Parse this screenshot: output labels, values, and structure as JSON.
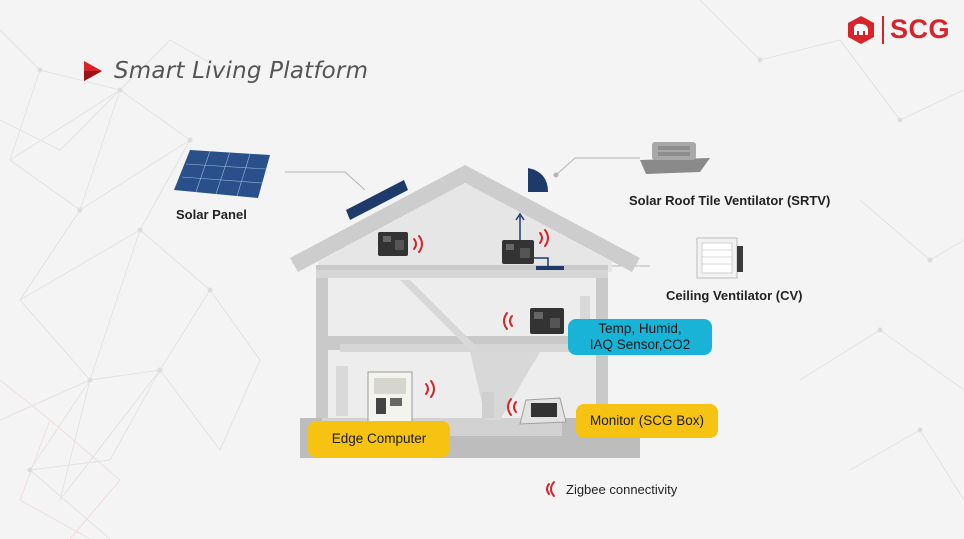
{
  "slide": {
    "title": "Smart Living Platform",
    "logo_text": "SCG"
  },
  "devices": {
    "solar_panel": "Solar Panel",
    "srtv": "Solar Roof Tile Ventilator (SRTV)",
    "ceiling_ventilator": "Ceiling Ventilator (CV)"
  },
  "callouts": {
    "sensor_line1": "Temp, Humid,",
    "sensor_line2": "IAQ  Sensor,CO2",
    "monitor": "Monitor (SCG Box)",
    "edge_computer": "Edge Computer"
  },
  "legend": {
    "zigbee": "Zigbee connectivity"
  },
  "colors": {
    "brand_red": "#d8232a",
    "callout_yellow": "#f7c313",
    "callout_cyan": "#1ab3d8",
    "house_gray": "#cfcfcf",
    "wall_white": "#eeeeee"
  },
  "icons": [
    "scg-elephant-logo-icon",
    "play-arrow-icon",
    "zigbee-signal-icon"
  ]
}
